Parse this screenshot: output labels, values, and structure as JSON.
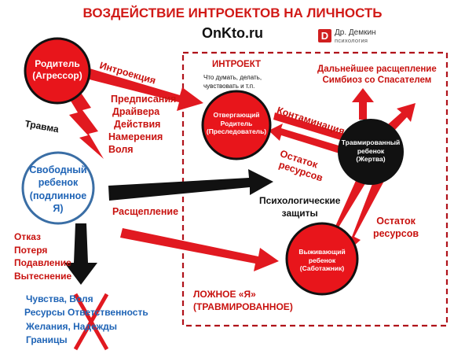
{
  "header": {
    "title": "ВОЗДЕЙСТВИЕ ИНТРОЕКТОВ НА ЛИЧНОСТЬ",
    "site": "OnKto.ru",
    "brand_letter": "D",
    "brand_name": "Др. Демкин",
    "brand_sub": "психология"
  },
  "nodes": {
    "parent_aggressor": [
      "Родитель",
      "(Агрессор)"
    ],
    "free_child": [
      "Свободный",
      "ребенок",
      "(подлинное",
      "Я)"
    ],
    "rejecting_parent": [
      "Отвергающий",
      "Родитель",
      "(Преследователь)"
    ],
    "traumatized_child": [
      "Травмированный",
      "ребенок",
      "(Жертва)"
    ],
    "surviving_child": [
      "Выживающий",
      "ребенок",
      "(Саботажник)"
    ]
  },
  "labels": {
    "introject_title": "ИНТРОЕКТ",
    "introject_desc": [
      "Что думать, делать,",
      "чувствовать и т.п."
    ],
    "introjection": "Интроекция",
    "prescriptions": [
      "Предписания",
      "Драйвера",
      "Действия",
      "Намерения",
      "Воля"
    ],
    "trauma": "Травма",
    "splitting": "Расщепление",
    "contamination": "Контаминация",
    "resource_remnant_1": [
      "Остаток",
      "ресурсов"
    ],
    "resource_remnant_2": [
      "Остаток",
      "ресурсов"
    ],
    "further_splitting": [
      "Дальнейшее расщепление",
      "Симбиоз со Спасателем"
    ],
    "psych_defenses": [
      "Психологические",
      "защиты"
    ],
    "false_self": [
      "ЛОЖНОЕ «Я»",
      "(ТРАВМИРОВАННОЕ)"
    ],
    "losses": [
      "Отказ",
      "Потеря",
      "Подавление",
      "Вытеснение"
    ],
    "lost_items": [
      "Чувства, Воля",
      "Ресурсы Ответственность",
      "Желания, Надежды",
      "Границы"
    ]
  },
  "colors": {
    "accent_red": "#d11a17",
    "node_red": "#e8151b",
    "dark_node": "#111111",
    "blue_text": "#1f64b6",
    "blue_ring": "#3a6ea5"
  }
}
